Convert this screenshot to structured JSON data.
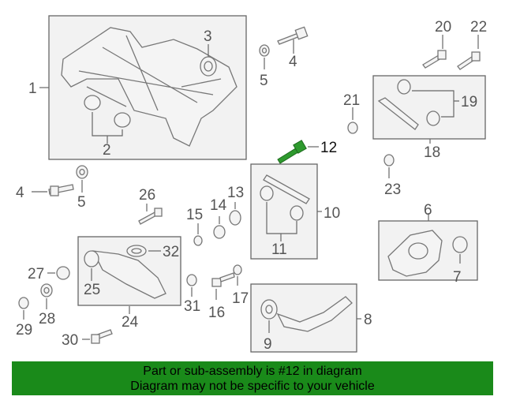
{
  "callouts": {
    "n1": "1",
    "n2": "2",
    "n3": "3",
    "n4a": "4",
    "n4b": "4",
    "n5a": "5",
    "n5b": "5",
    "n6": "6",
    "n7": "7",
    "n8": "8",
    "n9": "9",
    "n10": "10",
    "n11": "11",
    "n12": "12",
    "n13": "13",
    "n14": "14",
    "n15": "15",
    "n16": "16",
    "n17": "17",
    "n18": "18",
    "n19": "19",
    "n20": "20",
    "n21": "21",
    "n22": "22",
    "n23": "23",
    "n24": "24",
    "n25": "25",
    "n26": "26",
    "n27": "27",
    "n28": "28",
    "n29": "29",
    "n30": "30",
    "n31": "31",
    "n32": "32"
  },
  "highlight": {
    "part": "12",
    "color": "#2e9a2e"
  },
  "banner": {
    "line1": "Part or sub-assembly is #12 in diagram",
    "line2": "Diagram may not be specific to your vehicle",
    "color": "#1a8a1a"
  }
}
